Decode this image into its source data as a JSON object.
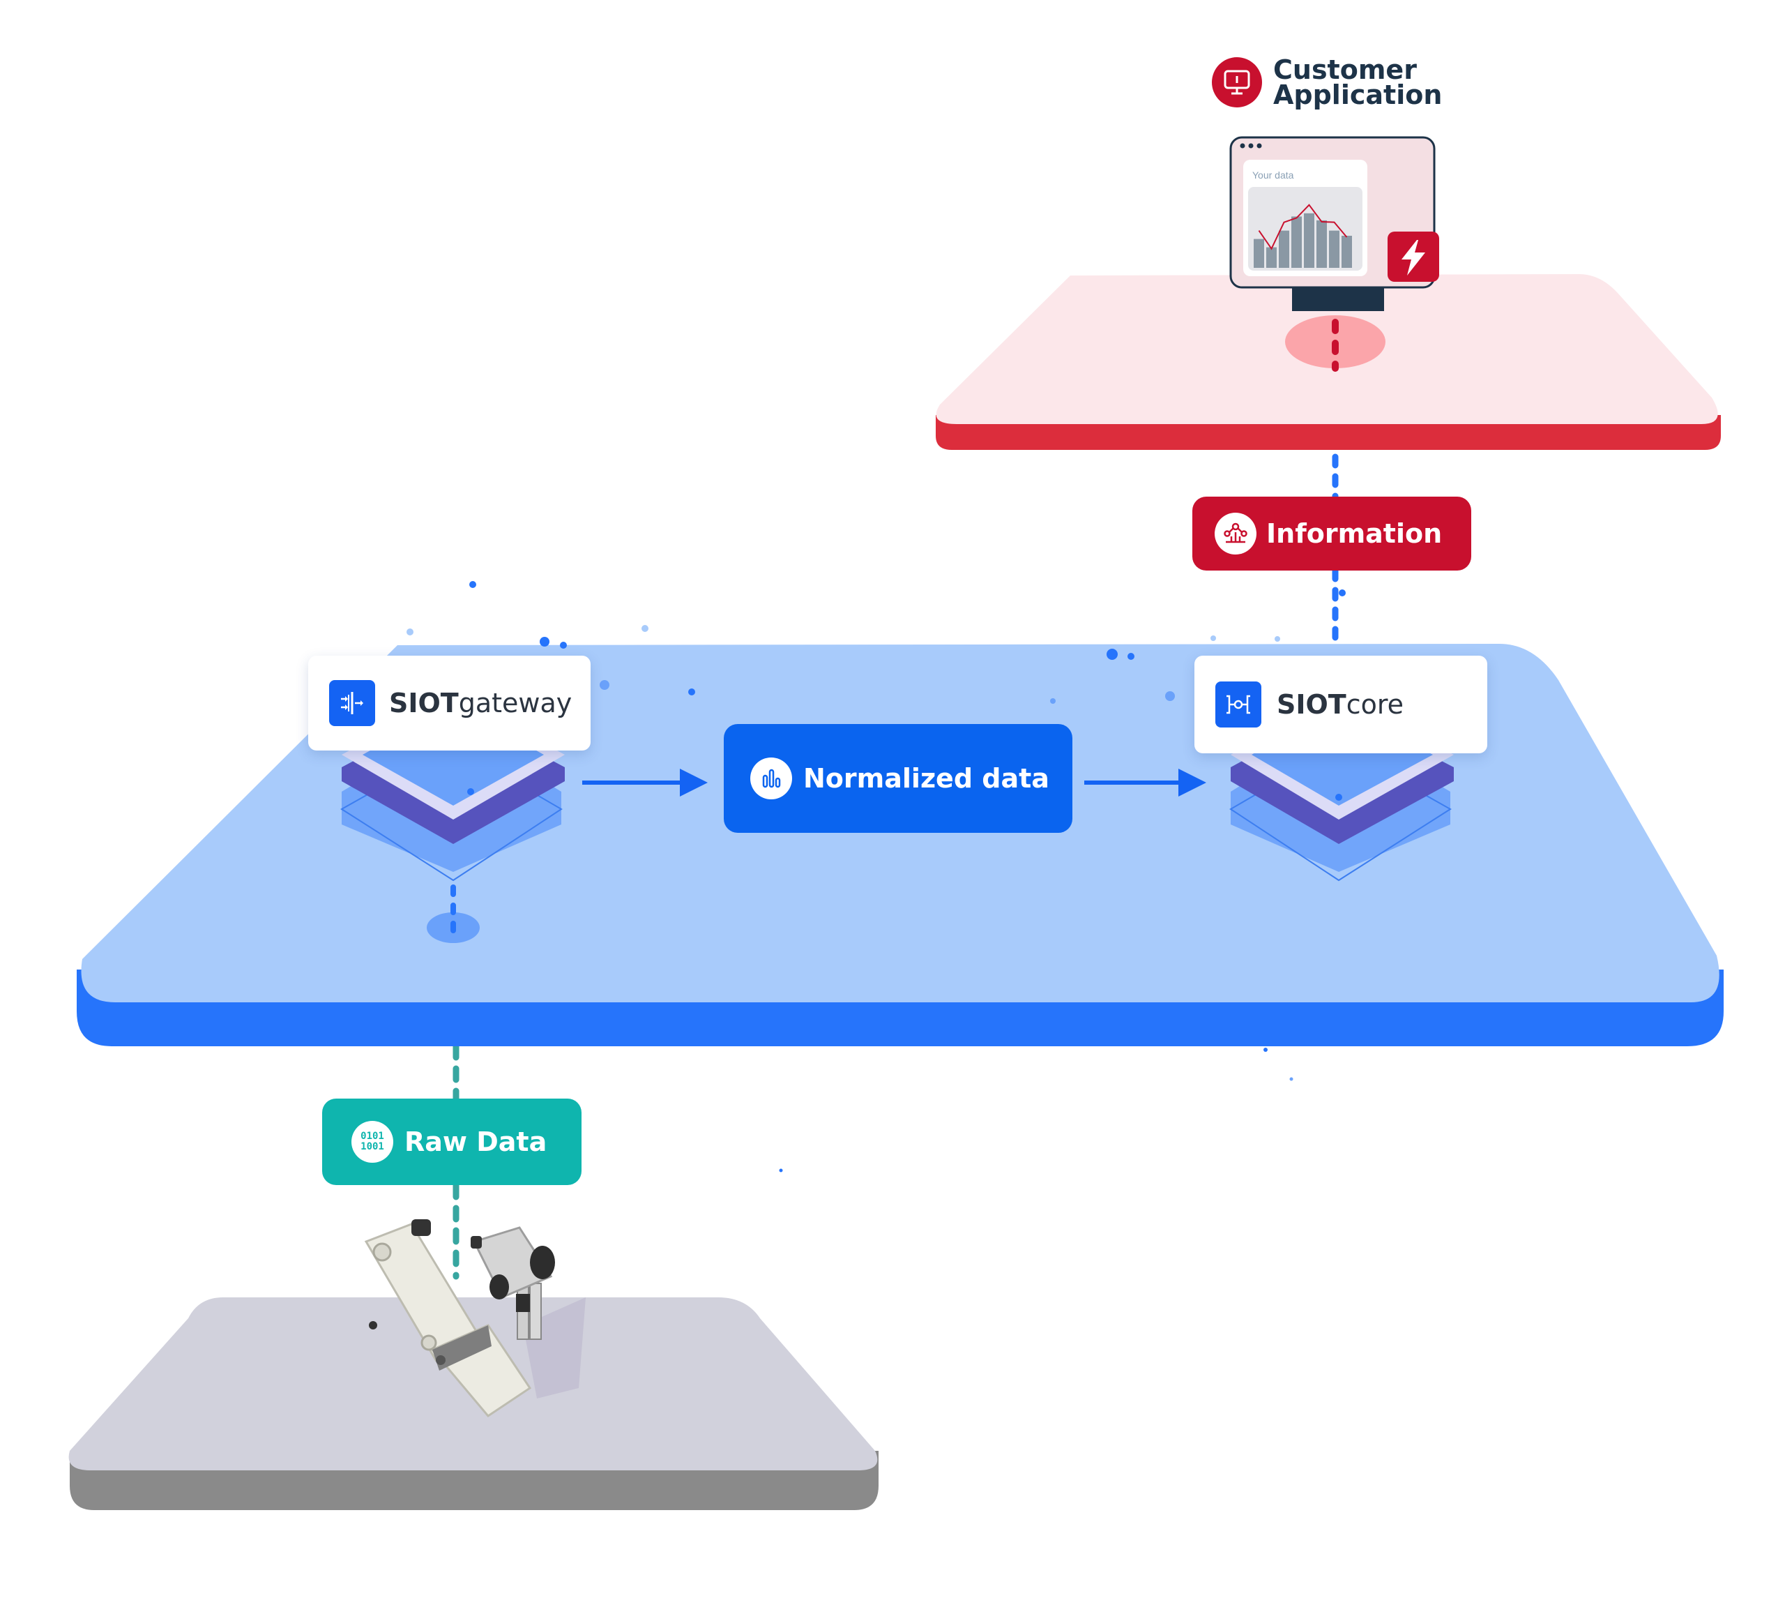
{
  "customer_application": {
    "line1": "Customer",
    "line2": "Application"
  },
  "monitor": {
    "caption": "Your data",
    "bars": [
      0.45,
      0.32,
      0.58,
      0.8,
      0.85,
      0.74,
      0.58,
      0.5
    ]
  },
  "information": {
    "label": "Information"
  },
  "gateway": {
    "brand": "SIOT",
    "suffix": "gateway"
  },
  "core": {
    "brand": "SIOT",
    "suffix": "core"
  },
  "normalized": {
    "label": "Normalized data"
  },
  "raw_data": {
    "label": "Raw Data",
    "icon_text_1": "0101",
    "icon_text_2": "1001"
  },
  "colors": {
    "blue_platform_top": "#a8cbfb",
    "blue_platform_side": "#2674fb",
    "red_platform_top": "#fce7ea",
    "red_platform_side": "#dc2d3c",
    "gray_platform_top": "#d1d1dc",
    "gray_platform_side": "#8a8a8a",
    "accent_blue": "#0a64ef",
    "accent_red": "#c8102e",
    "teal": "#0fb5ae"
  }
}
